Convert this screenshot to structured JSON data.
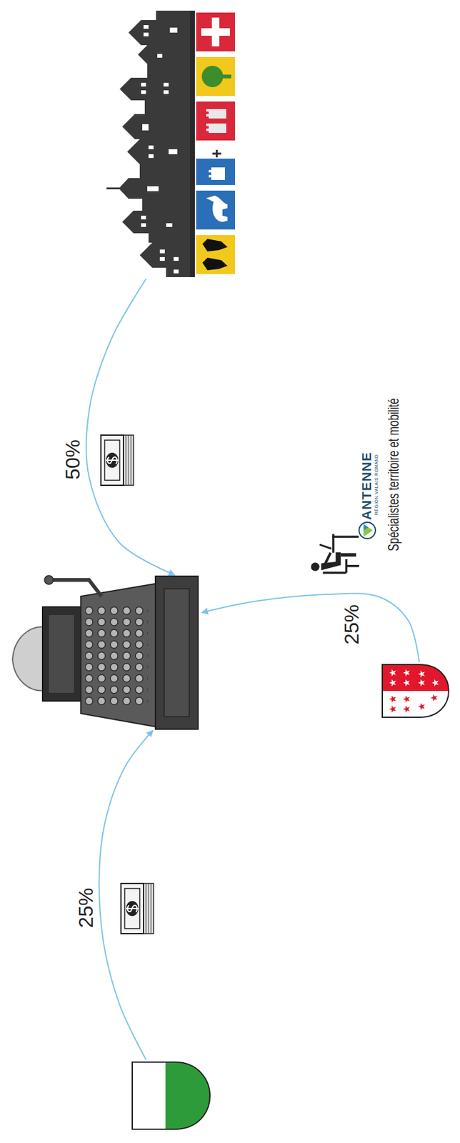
{
  "diagram": {
    "nodes": [
      {
        "text": []
      },
      {
        "text": []
      },
      {
        "text": []
      },
      {
        "text": []
      }
    ],
    "edges": [
      {
        "from": 0,
        "to": 1,
        "arrow": "to",
        "label": "50%"
      },
      {
        "from": 3,
        "to": 1,
        "arrow": "to",
        "label": "25%"
      },
      {
        "from": 2,
        "to": 1,
        "arrow": "to",
        "label": "25%"
      }
    ],
    "labels": [
      "ANTENNE",
      "RÉGION VALAIS ROMAND",
      "Spécialistes territoire et mobilité"
    ]
  }
}
